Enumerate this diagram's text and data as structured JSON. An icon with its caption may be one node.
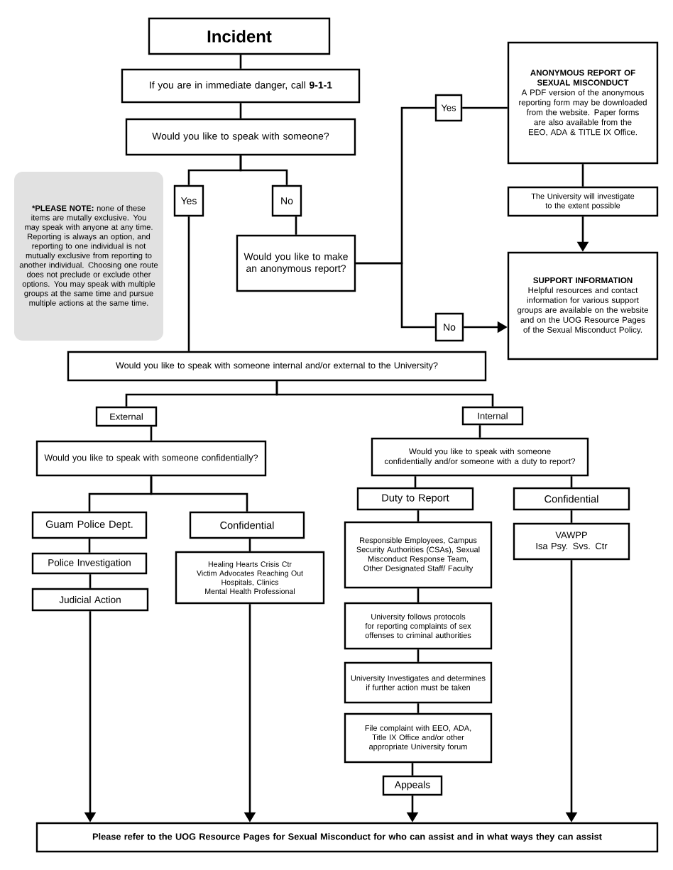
{
  "diagram": {
    "nodes": [
      {
        "text": [
          "Incident"
        ]
      },
      {
        "text": [
          "If you are in immediate danger, call **9-1-1**"
        ]
      },
      {
        "text": [
          "Would you like to speak with someone?"
        ]
      },
      {
        "text": [
          "Yes"
        ]
      },
      {
        "text": [
          "No"
        ]
      },
      {
        "text": [
          "Would you like to make an anonymous report?"
        ]
      },
      {
        "text": [
          "*PLEASE NOTE:",
          "none of these items are mutally exclusive. You may speak with anyone at any time. Reporting is always an option, and reporting to one individual is not mutually exclusive from reporting to another individual. Choosing one route does not preclude or exclude other options. You may speak with multiple groups at the same time and pursue multiple actions at the same time."
        ]
      },
      {
        "text": [
          "Yes"
        ]
      },
      {
        "text": [
          "ANONYMOUS REPORT OF SEXUAL MISCONDUCT",
          "A PDF version of the anonymous reporting form may be downloaded from the website. Paper forms are also available from the EEO, ADA & TITLE IX Office."
        ]
      },
      {
        "text": [
          "The University will investigate to the extent possible"
        ]
      },
      {
        "text": [
          "SUPPORT INFORMATION",
          "Helpful resources and contact information for various support groups are available on the website and on the UOG Resource Pages of the Sexual Misconduct Policy."
        ]
      },
      {
        "text": [
          "No"
        ]
      },
      {
        "text": [
          "Would you like to speak with someone internal and/or external to the University?"
        ]
      },
      {
        "text": [
          "External"
        ]
      },
      {
        "text": [
          "Would you like to speak with someone confidentially?"
        ]
      },
      {
        "text": [
          "Guam Police Dept."
        ]
      },
      {
        "text": [
          "Confidential"
        ]
      },
      {
        "text": [
          "Police Investigation"
        ]
      },
      {
        "text": [
          "Healing Hearts Crisis Ctr",
          "Victim Advocates Reaching Out",
          "Hospitals, Clinics",
          "Mental Health Professional"
        ]
      },
      {
        "text": [
          "Judicial Action"
        ]
      },
      {
        "text": [
          "Internal"
        ]
      },
      {
        "text": [
          "Would you like to speak with someone confidentially and/or someone with a duty to report?"
        ]
      },
      {
        "text": [
          "Duty to Report"
        ]
      },
      {
        "text": [
          "Confidential"
        ]
      },
      {
        "text": [
          "Responsible Employees, Campus Security Authorities (CSAs), Sexual Misconduct Response Team, Other Designated Staff/ Faculty"
        ]
      },
      {
        "text": [
          "VAWPP",
          "Isa Psy. Svs. Ctr"
        ]
      },
      {
        "text": [
          "University follows protocols for reporting complaints of sex offenses to criminal authorities"
        ]
      },
      {
        "text": [
          "University Investigates and determines if further action must be taken"
        ]
      },
      {
        "text": [
          "File complaint with EEO, ADA, Title IX Office and/or other appropriate University forum"
        ]
      },
      {
        "text": [
          "Appeals"
        ]
      },
      {
        "text": [
          "Please refer to the UOG Resource Pages for Sexual Misconduct for who can assist and in what ways they can assist"
        ]
      }
    ],
    "edges": [
      {
        "from": 0,
        "to": 1,
        "arrow": "none"
      },
      {
        "from": 1,
        "to": 2,
        "arrow": "none"
      },
      {
        "from": 2,
        "to": 3,
        "arrow": "none"
      },
      {
        "from": 2,
        "to": 4,
        "arrow": "none"
      },
      {
        "from": 4,
        "to": 5,
        "arrow": "none"
      },
      {
        "from": 5,
        "to": 7,
        "arrow": "none"
      },
      {
        "from": 5,
        "to": 11,
        "arrow": "none"
      },
      {
        "from": 7,
        "to": 8,
        "arrow": "none"
      },
      {
        "from": 8,
        "to": 9,
        "arrow": "none"
      },
      {
        "from": 9,
        "to": 10,
        "arrow": "to"
      },
      {
        "from": 11,
        "to": 10,
        "arrow": "to"
      },
      {
        "from": 3,
        "to": 12,
        "arrow": "none"
      },
      {
        "from": 12,
        "to": 13,
        "arrow": "none"
      },
      {
        "from": 12,
        "to": 20,
        "arrow": "none"
      },
      {
        "from": 13,
        "to": 14,
        "arrow": "none"
      },
      {
        "from": 14,
        "to": 15,
        "arrow": "none"
      },
      {
        "from": 14,
        "to": 16,
        "arrow": "none"
      },
      {
        "from": 15,
        "to": 17,
        "arrow": "none"
      },
      {
        "from": 17,
        "to": 19,
        "arrow": "none"
      },
      {
        "from": 19,
        "to": 30,
        "arrow": "to"
      },
      {
        "from": 16,
        "to": 18,
        "arrow": "none"
      },
      {
        "from": 18,
        "to": 30,
        "arrow": "to"
      },
      {
        "from": 20,
        "to": 21,
        "arrow": "none"
      },
      {
        "from": 21,
        "to": 22,
        "arrow": "none"
      },
      {
        "from": 21,
        "to": 23,
        "arrow": "none"
      },
      {
        "from": 22,
        "to": 24,
        "arrow": "none"
      },
      {
        "from": 24,
        "to": 26,
        "arrow": "none"
      },
      {
        "from": 26,
        "to": 27,
        "arrow": "none"
      },
      {
        "from": 27,
        "to": 28,
        "arrow": "none"
      },
      {
        "from": 28,
        "to": 29,
        "arrow": "none"
      },
      {
        "from": 29,
        "to": 30,
        "arrow": "to"
      },
      {
        "from": 23,
        "to": 25,
        "arrow": "none"
      },
      {
        "from": 25,
        "to": 30,
        "arrow": "to"
      }
    ]
  }
}
